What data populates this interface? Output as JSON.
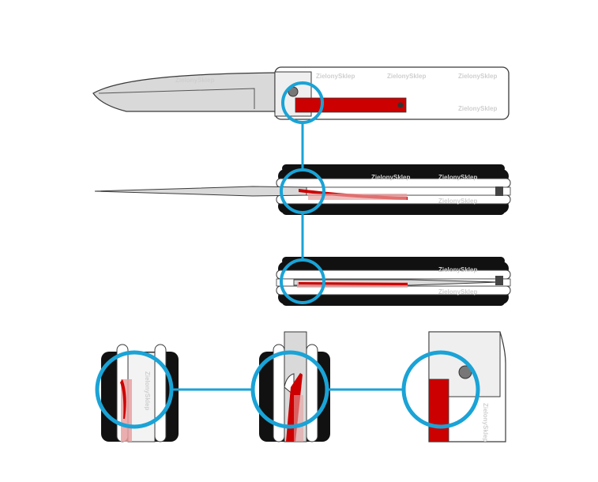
{
  "watermarks": {
    "top_1": "ZielonySklep",
    "top_2": "ZielonySklep",
    "top_3": "ZielonySklep",
    "top_4": "ZielonySklep",
    "top_5": "ZielonySklep",
    "mid_1": "ZielonySklep",
    "mid_2": "ZielonySklep",
    "mid_3": "ZielonySklep",
    "low_1": "ZielonySklep",
    "low_2": "ZielonySklep",
    "detail_1": "ZielonySklep",
    "detail_3": "ZielonySklep"
  },
  "colors": {
    "callout": "#1aa3d6",
    "spring": "#cc0000",
    "spring_faded": "#e8a0a0",
    "outline": "#3a3a3a",
    "blade": "#d9d9d9",
    "handle": "#ffffff",
    "grip": "#111111"
  },
  "icons": {
    "pivot_pin": "circle",
    "callout": "ring"
  }
}
